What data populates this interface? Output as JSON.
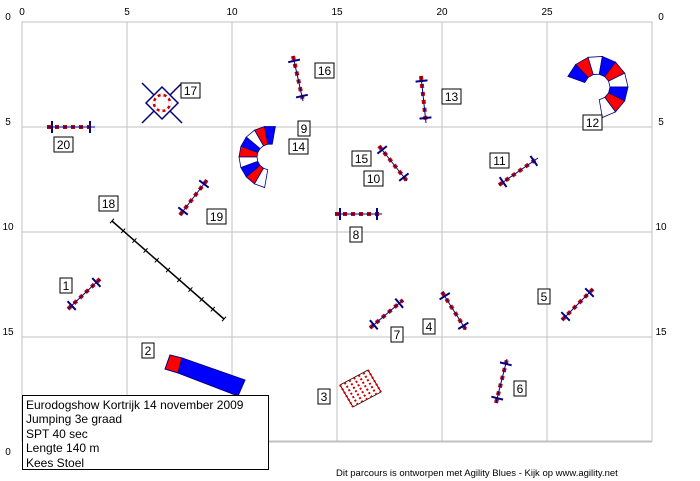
{
  "axis_ticks": [
    "0",
    "5",
    "10",
    "15",
    "20",
    "25"
  ],
  "numbers": [
    "1",
    "2",
    "3",
    "4",
    "5",
    "6",
    "7",
    "8",
    "9",
    "10",
    "11",
    "12",
    "13",
    "14",
    "15",
    "16",
    "17",
    "18",
    "19",
    "20"
  ],
  "info": {
    "line1": "Eurodogshow Kortrijk 14 november 2009",
    "line2": "Jumping 3e graad",
    "line3": "SPT 40 sec",
    "line4": "Lengte 140 m",
    "line5": "Kees Stoel"
  },
  "footer": "Dit parcours is ontworpen met Agility Blues - Kijk op www.agility.net",
  "colors": {
    "red": "#ff0000",
    "blue": "#0000ff",
    "navy": "#000080",
    "grid": "#c0c0c0",
    "pole_red": "#cc0000"
  }
}
